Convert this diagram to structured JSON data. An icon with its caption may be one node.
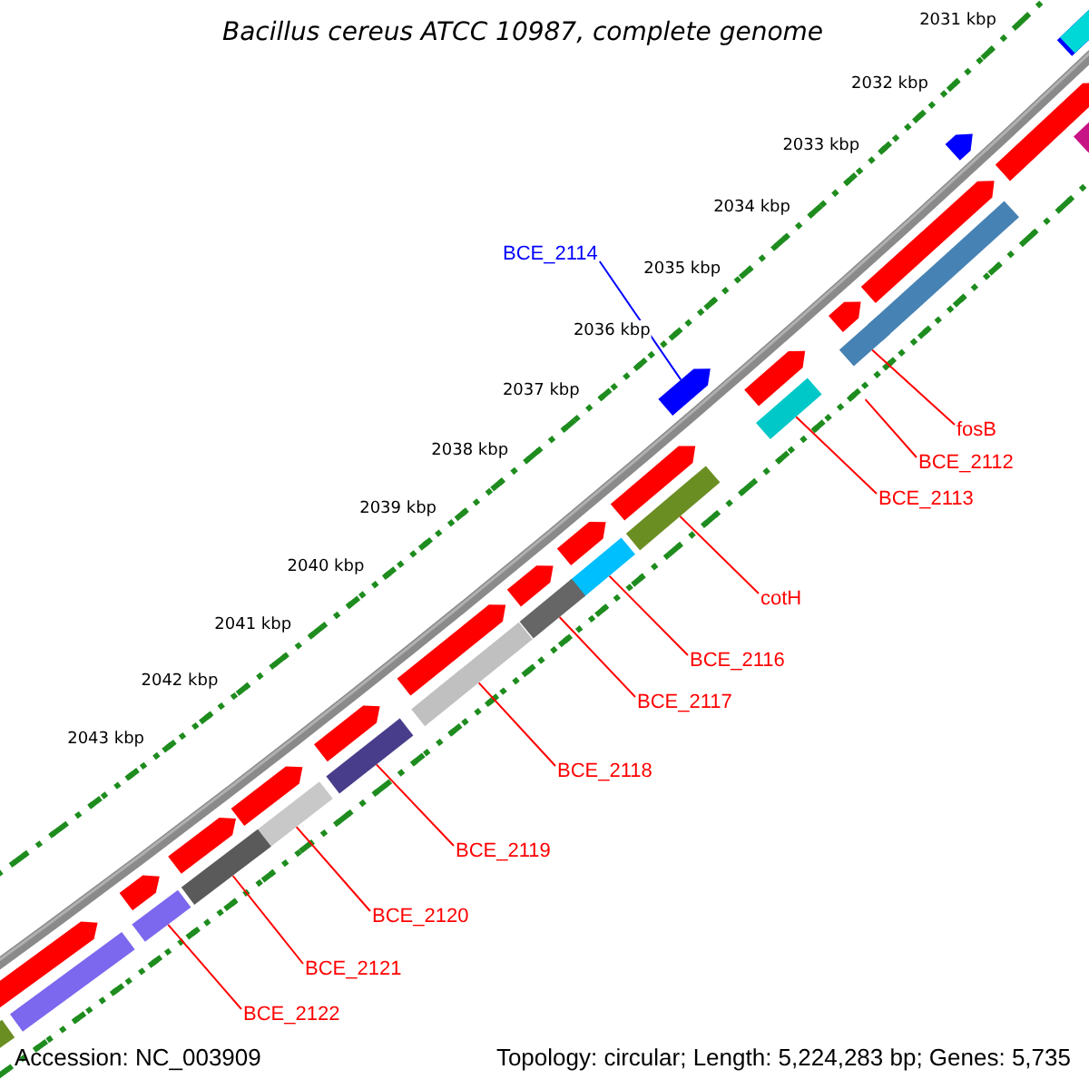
{
  "diagram": {
    "title": "Bacillus cereus ATCC 10987, complete genome",
    "nodes": [
      {
        "text": [
          "BCE_2114"
        ]
      },
      {
        "text": [],
        "shape": "arrow"
      },
      {
        "text": [
          "fosB"
        ]
      },
      {
        "text": [],
        "shape": "bar"
      },
      {
        "text": [
          "BCE_2112"
        ]
      },
      {
        "text": [
          "BCE_2113"
        ]
      },
      {
        "text": [],
        "shape": "bar"
      },
      {
        "text": [
          "cotH"
        ]
      },
      {
        "text": [],
        "shape": "bar"
      },
      {
        "text": [
          "BCE_2116"
        ]
      },
      {
        "text": [],
        "shape": "bar"
      },
      {
        "text": [
          "BCE_2117"
        ]
      },
      {
        "text": [],
        "shape": "bar"
      },
      {
        "text": [
          "BCE_2118"
        ]
      },
      {
        "text": [],
        "shape": "bar"
      },
      {
        "text": [
          "BCE_2119"
        ]
      },
      {
        "text": [],
        "shape": "bar"
      },
      {
        "text": [
          "BCE_2120"
        ]
      },
      {
        "text": [],
        "shape": "bar"
      },
      {
        "text": [
          "BCE_2121"
        ]
      },
      {
        "text": [],
        "shape": "bar"
      },
      {
        "text": [
          "BCE_2122"
        ]
      },
      {
        "text": [],
        "shape": "bar"
      }
    ],
    "edges": [
      {
        "from": 0,
        "to": 1,
        "arrow": "none",
        "color": "#0000ff"
      },
      {
        "from": 2,
        "to": 3,
        "arrow": "none"
      },
      {
        "from": 4,
        "to": null,
        "arrow": "none"
      },
      {
        "from": 5,
        "to": 6,
        "arrow": "none"
      },
      {
        "from": 7,
        "to": 8,
        "arrow": "none"
      },
      {
        "from": 9,
        "to": 10,
        "arrow": "none"
      },
      {
        "from": 11,
        "to": 12,
        "arrow": "none"
      },
      {
        "from": 13,
        "to": 14,
        "arrow": "none"
      },
      {
        "from": 15,
        "to": 16,
        "arrow": "none"
      },
      {
        "from": 17,
        "to": 18,
        "arrow": "none"
      },
      {
        "from": 19,
        "to": 20,
        "arrow": "none"
      },
      {
        "from": 21,
        "to": 22,
        "arrow": "none"
      }
    ],
    "labels": [
      "2031 kbp",
      "2032 kbp",
      "2033 kbp",
      "2034 kbp",
      "2035 kbp",
      "2036 kbp",
      "2037 kbp",
      "2038 kbp",
      "2039 kbp",
      "2040 kbp",
      "2041 kbp",
      "2042 kbp",
      "2043 kbp",
      "Accession: NC_003909",
      "Topology: circular; Length: 5,224,283 bp; Genes: 5,735"
    ]
  }
}
